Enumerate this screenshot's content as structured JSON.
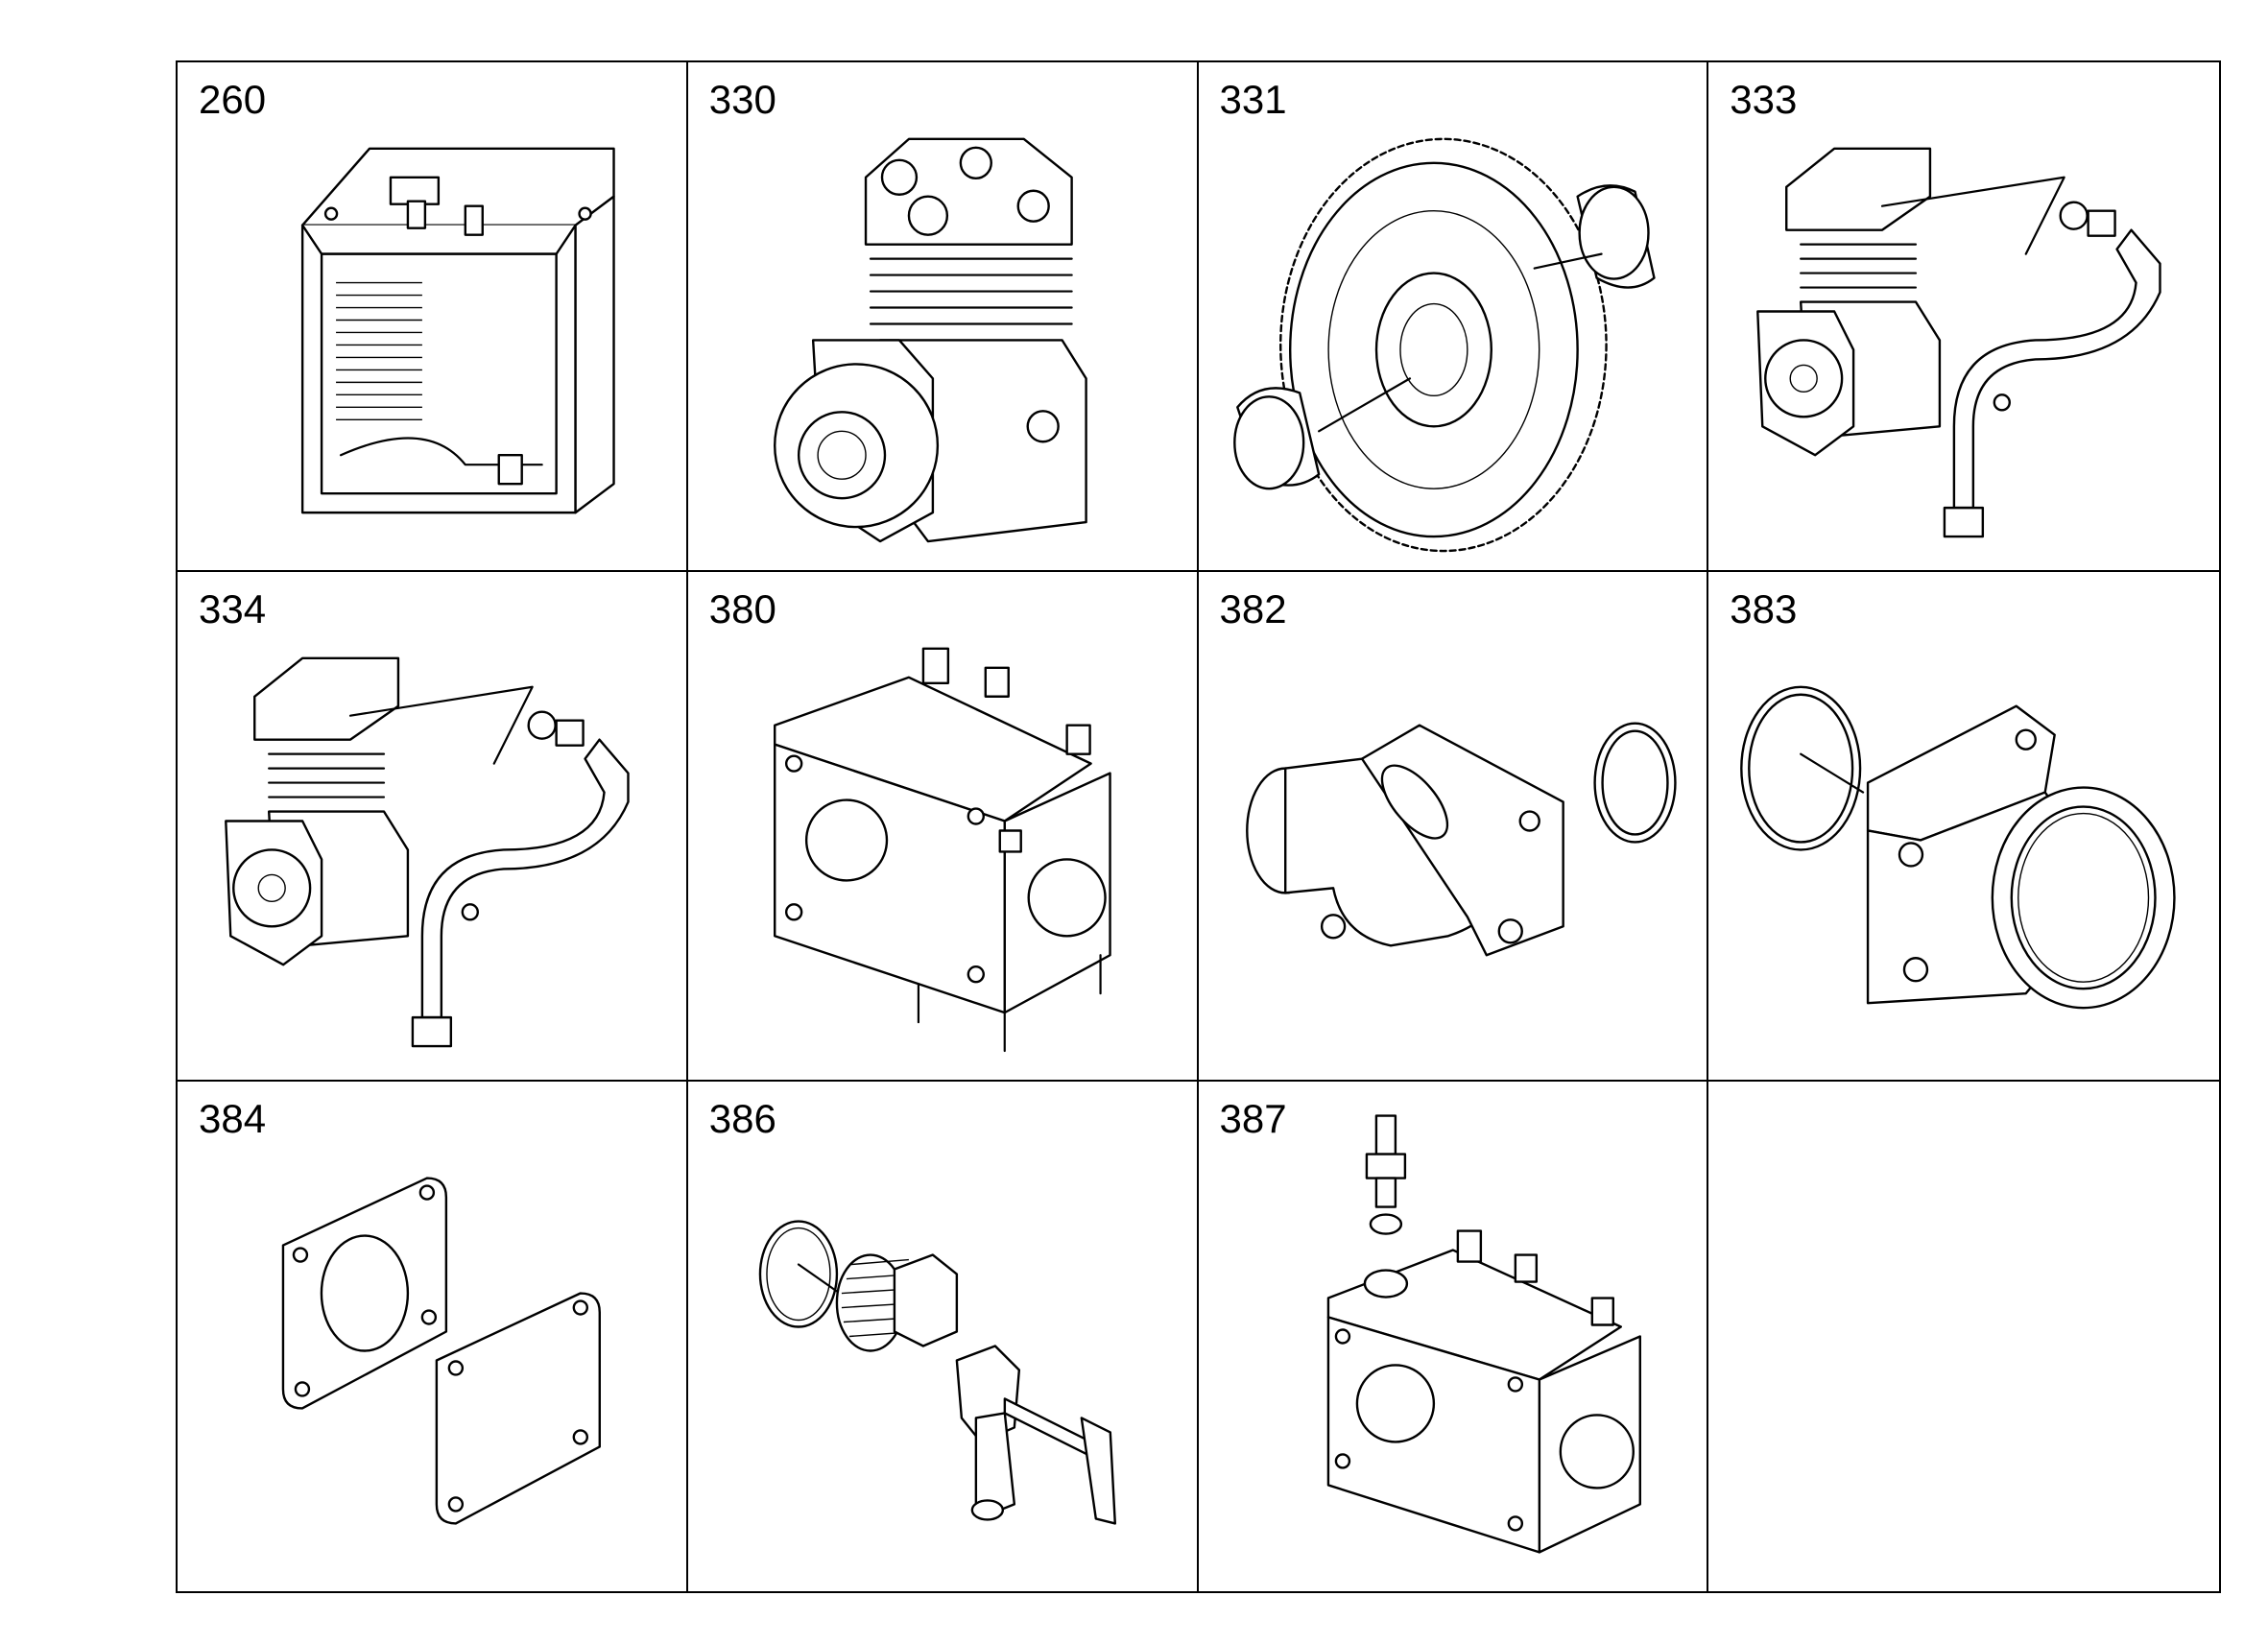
{
  "cells": [
    {
      "number": "260",
      "icon": "heat-exchanger-icon"
    },
    {
      "number": "330",
      "icon": "air-compressor-icon"
    },
    {
      "number": "331",
      "icon": "gear-icon"
    },
    {
      "number": "333",
      "icon": "compressor-with-pipe-icon"
    },
    {
      "number": "334",
      "icon": "compressor-with-pipe-icon"
    },
    {
      "number": "380",
      "icon": "housing-icon"
    },
    {
      "number": "382",
      "icon": "elbow-connector-icon"
    },
    {
      "number": "383",
      "icon": "flange-connector-icon"
    },
    {
      "number": "384",
      "icon": "gasket-cover-icon"
    },
    {
      "number": "386",
      "icon": "drain-valve-icon"
    },
    {
      "number": "387",
      "icon": "housing-with-fitting-icon"
    },
    {
      "number": "",
      "icon": ""
    }
  ]
}
